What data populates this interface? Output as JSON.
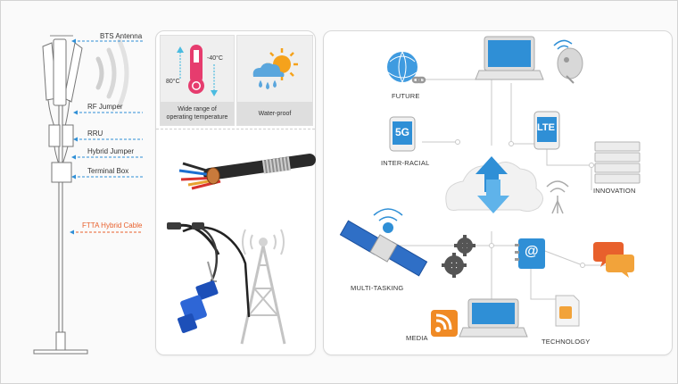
{
  "colors": {
    "accent_blue": "#2f8fd6",
    "ftta_orange": "#e8602c",
    "rss_orange": "#f08a24",
    "chat_orange": "#f2a33a",
    "line_gray": "#c9c9c9"
  },
  "tower_labels": {
    "bts_antenna": "BTS Antenna",
    "rf_jumper": "RF Jumper",
    "rru": "RRU",
    "hybrid_jumper": "Hybrid Jumper",
    "terminal_box": "Terminal Box",
    "ftta_cable": "FTTA Hybrid Cable"
  },
  "features": {
    "temperature": {
      "caption_line1": "Wide range of",
      "caption_line2": "operating temperature",
      "max": "80°C",
      "min": "-40°C"
    },
    "waterproof": {
      "caption": "Water-proof"
    }
  },
  "network": {
    "future": "FUTURE",
    "inter_racial": "INTER-RACIAL",
    "innovation": "INNOVATION",
    "multi_tasking": "MULTI-TASKING",
    "media": "MEDIA",
    "technology": "TECHNOLOGY",
    "badge_5g": "5G",
    "badge_lte": "LTE",
    "at_sign": "@"
  },
  "icons": [
    "globe-icon",
    "laptop-icon",
    "satellite-dish-icon",
    "phone-5g-icon",
    "phone-lte-icon",
    "server-icon",
    "cloud-icon",
    "wifi-antenna-icon",
    "satellite-icon",
    "gears-icon",
    "contacts-icon",
    "chat-icon",
    "rss-icon",
    "sim-card-icon",
    "thermometer-icon",
    "weather-icon",
    "cable-icon",
    "connector-icon",
    "tower-icon"
  ]
}
